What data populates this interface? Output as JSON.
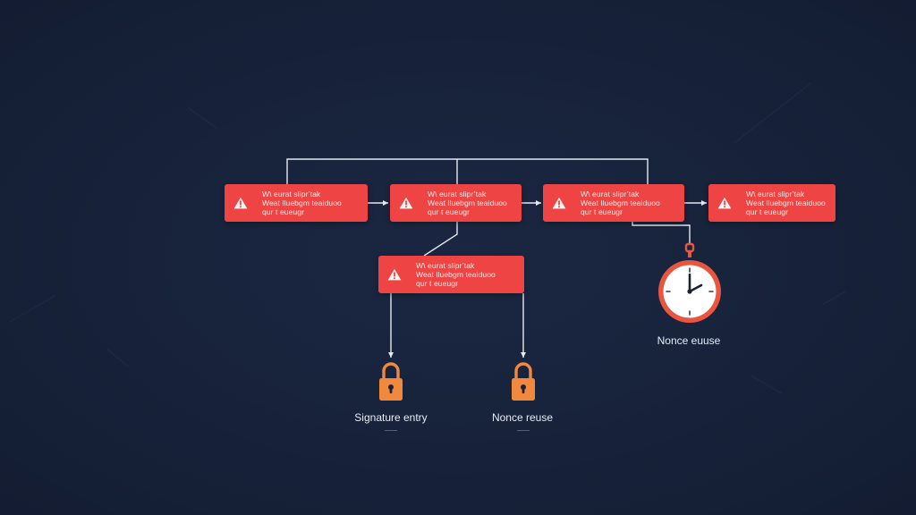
{
  "diagram": {
    "colors": {
      "background": "#17223a",
      "alert": "#ef4444",
      "connector": "#e6e9ef",
      "lock": "#f0883e",
      "timer_ring": "#e8563f"
    },
    "alerts": [
      {
        "id": "alert-1",
        "icon": "warning-icon",
        "text": "W\\ eurat slipr’tak\nWeat lluebgm teaiduoo\nqur t eueugr"
      },
      {
        "id": "alert-2",
        "icon": "warning-icon",
        "text": "W\\ eurat slipr’tak\nWeat lluebgm teaiduoo\nqur t eueugr"
      },
      {
        "id": "alert-3",
        "icon": "warning-icon",
        "text": "W\\ eurat slipr’tak\nWeat lluebgm teaiduoo\nqur t eueugr"
      },
      {
        "id": "alert-4",
        "icon": "warning-icon",
        "text": "W\\ eurat slipr’tak\nWeat lluebgm teaiduoo\nqur t eueugr"
      },
      {
        "id": "alert-5",
        "icon": "warning-icon",
        "text": "W\\ eurat slipr’tak\nWeat lluebgm teaiduoo\nqur t eueugr"
      }
    ],
    "endpoints": {
      "lock_left": {
        "icon": "padlock-icon",
        "label": "Signature entry"
      },
      "lock_right": {
        "icon": "padlock-icon",
        "label": "Nonce reuse"
      },
      "timer": {
        "icon": "stopwatch-icon",
        "label": "Nonce euuse"
      }
    }
  }
}
